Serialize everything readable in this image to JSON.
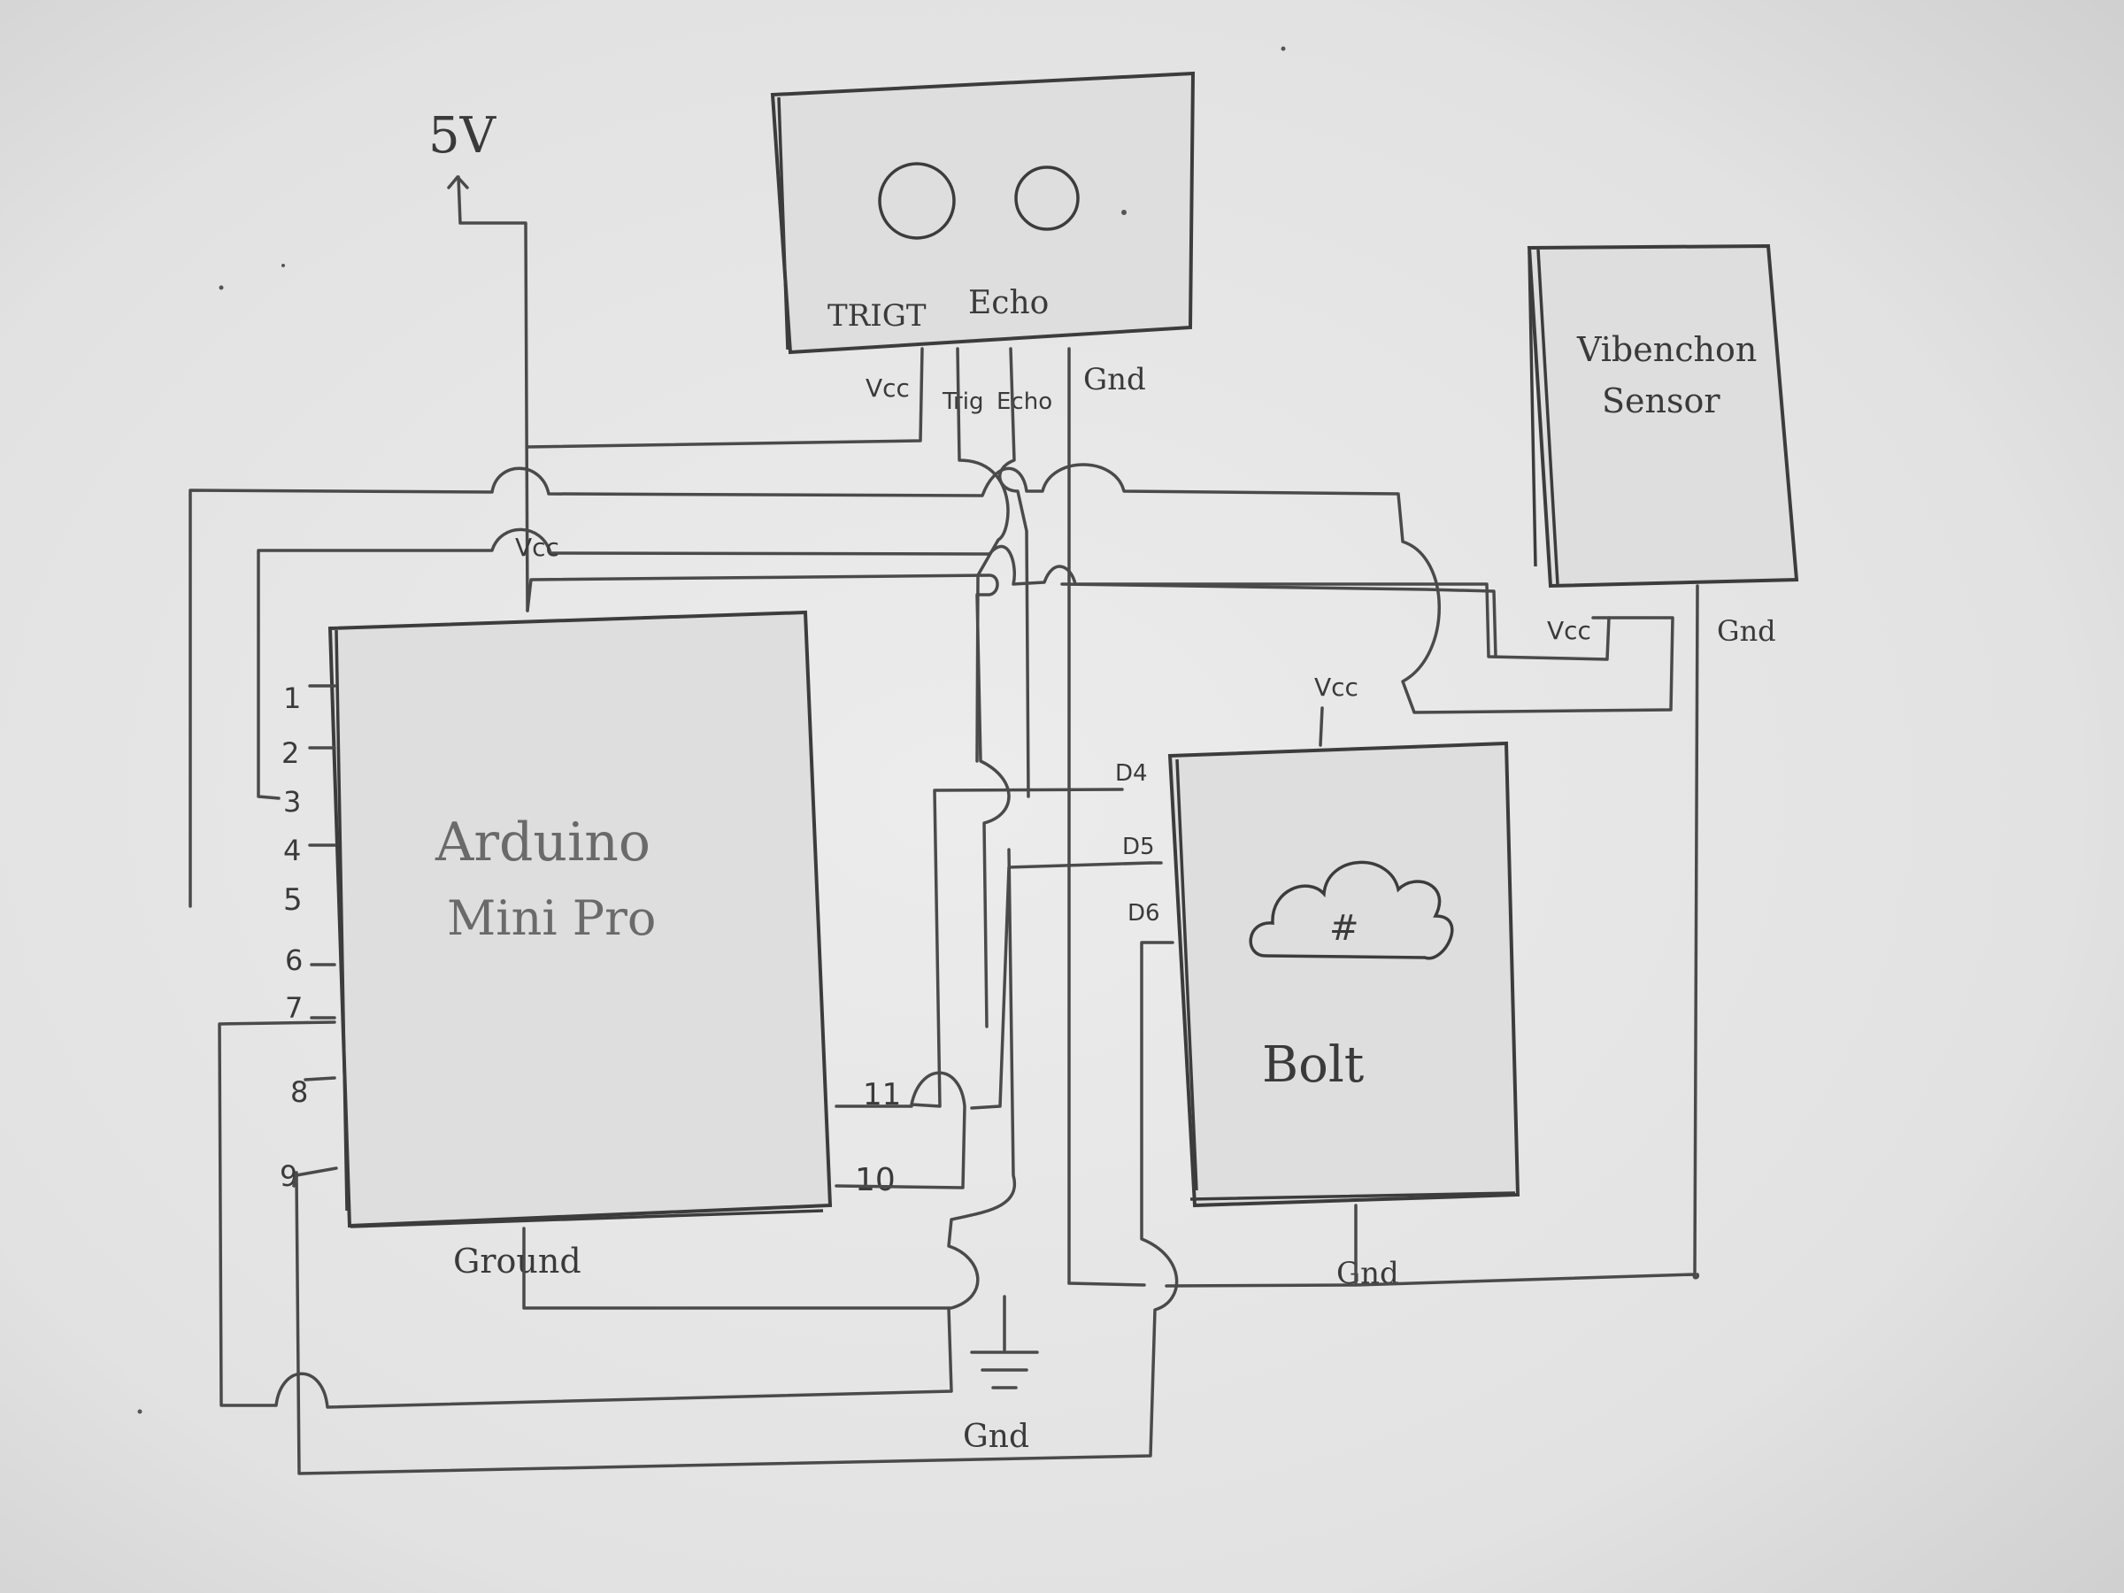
{
  "supply_label": "5V",
  "ultrasonic": {
    "trig_label": "TRIGT",
    "echo_label": "Echo",
    "vcc_label": "Vcc",
    "trig_pin_label": "Trig",
    "echo_pin_label": "Echo",
    "gnd_label": "Gnd"
  },
  "vibration": {
    "title_line1": "Vibenchon",
    "title_line2": "Sensor",
    "vcc_label": "Vcc",
    "gnd_label": "Gnd"
  },
  "vcc_bus_label": "Vcc",
  "arduino": {
    "title_line1": "Arduino",
    "title_line2": "Mini Pro",
    "pins": [
      "1",
      "2",
      "3",
      "4",
      "5",
      "6",
      "7",
      "8",
      "9"
    ],
    "pin11_label": "11",
    "pin10_label": "10",
    "ground_label": "Ground"
  },
  "bolt": {
    "title": "Bolt",
    "cloud_symbol": "#",
    "vcc_label": "Vcc",
    "d4_label": "D4",
    "d5_label": "D5",
    "d6_label": "D6",
    "gnd_label": "Gnd"
  },
  "ground_symbol_label": "Gnd"
}
